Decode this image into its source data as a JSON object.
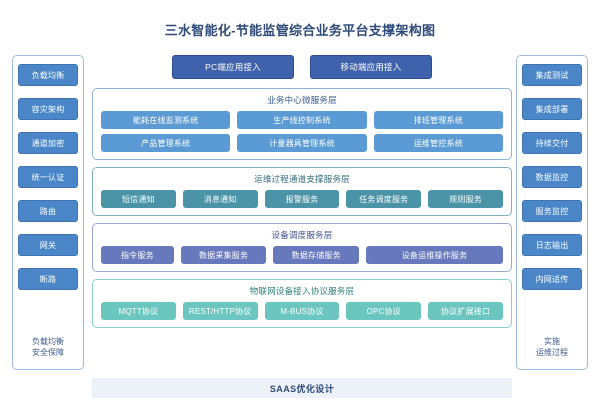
{
  "title": "三水智能化-节能监管综合业务平台支撑架构图",
  "access": {
    "buttons": [
      {
        "label": "PC端应用接入"
      },
      {
        "label": "移动端应用接入"
      }
    ]
  },
  "left_column": {
    "chips": [
      {
        "label": "负载均衡"
      },
      {
        "label": "容灾架构"
      },
      {
        "label": "通道加密"
      },
      {
        "label": "统一认证"
      },
      {
        "label": "路由"
      },
      {
        "label": "网关"
      },
      {
        "label": "断路"
      }
    ],
    "caption_line1": "负载均衡",
    "caption_line2": "安全保障"
  },
  "right_column": {
    "chips": [
      {
        "label": "集成测试"
      },
      {
        "label": "集成部署"
      },
      {
        "label": "持续交付"
      },
      {
        "label": "数据监控"
      },
      {
        "label": "服务监控"
      },
      {
        "label": "日志输出"
      },
      {
        "label": "内网适传"
      }
    ],
    "caption_line1": "实施",
    "caption_line2": "运维过程"
  },
  "layers": [
    {
      "title": "业务中心微服务层",
      "accent": "#5b9bd5",
      "rows": [
        [
          {
            "label": "能耗在线监测系统"
          },
          {
            "label": "生产线控制系统"
          },
          {
            "label": "排班管理系统"
          }
        ],
        [
          {
            "label": "产品管理系统"
          },
          {
            "label": "计量器具管理系统"
          },
          {
            "label": "运维管控系统"
          }
        ]
      ]
    },
    {
      "title": "运维过程通道支撑服务层",
      "accent": "#4b93a6",
      "rows": [
        [
          {
            "label": "短信通知"
          },
          {
            "label": "消息通知"
          },
          {
            "label": "报警服务"
          },
          {
            "label": "任务调度服务"
          },
          {
            "label": "规则服务"
          }
        ]
      ]
    },
    {
      "title": "设备调度服务层",
      "accent": "#6878bd",
      "rows": [
        [
          {
            "label": "指令服务"
          },
          {
            "label": "数据采集服务"
          },
          {
            "label": "数据存储服务"
          },
          {
            "label": "设备运维操作服务"
          }
        ]
      ]
    },
    {
      "title": "物联网设备接入协议服务层",
      "accent": "#6cc6c0",
      "rows": [
        [
          {
            "label": "MQTT协议"
          },
          {
            "label": "REST/HTTP协议"
          },
          {
            "label": "M-BUS协议"
          },
          {
            "label": "OPC协议"
          },
          {
            "label": "协议扩展接口"
          }
        ]
      ]
    }
  ],
  "footer": {
    "label": "SAAS优化设计"
  }
}
